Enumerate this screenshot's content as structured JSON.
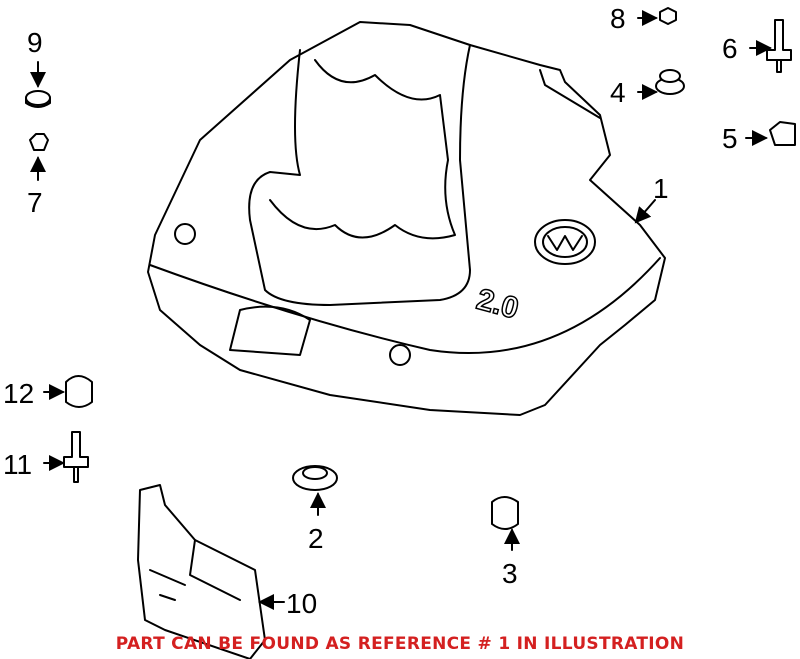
{
  "callouts": {
    "c1": "1",
    "c2": "2",
    "c3": "3",
    "c4": "4",
    "c5": "5",
    "c6": "6",
    "c7": "7",
    "c8": "8",
    "c9": "9",
    "c10": "10",
    "c11": "11",
    "c12": "12"
  },
  "cover_marking": "2.0",
  "logo": "VW",
  "footer": "PART CAN BE FOUND AS REFERENCE # 1 IN ILLUSTRATION",
  "colors": {
    "footer": "#d42020",
    "lines": "#000000"
  }
}
